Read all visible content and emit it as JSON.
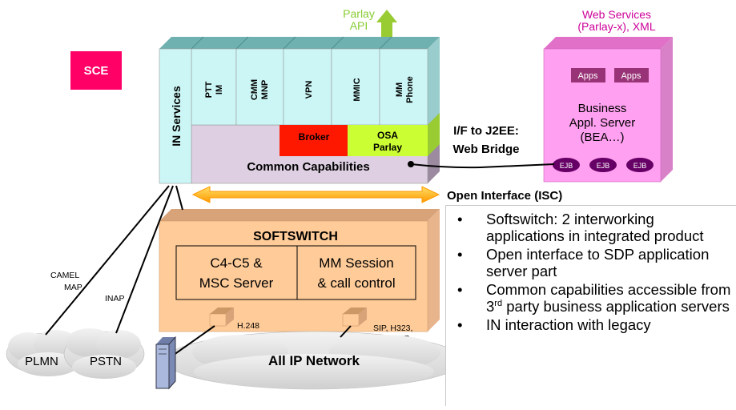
{
  "labels": {
    "parlay_api": [
      "Parlay",
      "API"
    ],
    "sce": "SCE",
    "web_services": [
      "Web Services",
      "(Parlay-x), XML"
    ],
    "in_services": "IN Services",
    "columns": [
      [
        "PTT",
        "IM"
      ],
      [
        "CMM",
        "MNP"
      ],
      [
        "VPN"
      ],
      [
        "MMIC"
      ],
      [
        "MM",
        "Phone"
      ]
    ],
    "broker": "Broker",
    "osa_parlay": [
      "OSA",
      "Parlay"
    ],
    "common_capabilities": "Common Capabilities",
    "if_j2ee": [
      "I/F to J2EE:",
      "Web Bridge"
    ],
    "apps": [
      "Apps",
      "Apps"
    ],
    "business_server": [
      "Business",
      "Appl. Server",
      "(BEA…)"
    ],
    "ejb": [
      "EJB",
      "EJB",
      "EJB"
    ],
    "open_interface": "Open Interface (ISC)",
    "softswitch": "SOFTSWITCH",
    "c4c5": [
      "C4-C5 &",
      "MSC Server"
    ],
    "mm_session": [
      "MM Session",
      "& call control"
    ],
    "camel_map": [
      "CAMEL",
      "MAP"
    ],
    "inap": "INAP",
    "h248": "H.248",
    "sip": [
      "SIP, H323,",
      "MGCP"
    ],
    "plmn": "PLMN",
    "pstn": "PSTN",
    "all_ip": "All IP Network"
  },
  "bullets": {
    "marker": "•",
    "items": [
      {
        "text": "Softswitch: 2 interworking applications in integrated product"
      },
      {
        "text": "Open interface to SDP application server part"
      },
      {
        "text_before": "Common capabilities accessible from 3",
        "sup": "rd",
        "text_after": " party business application servers"
      },
      {
        "text": "IN interaction with legacy"
      }
    ]
  },
  "colors": {
    "cyan": "#ccf6f6",
    "lavender": "#ded0e2",
    "red": "#ff1800",
    "lime": "#ccff33",
    "pink": "#ffa0f0",
    "magenta_text": "#cc0099",
    "green_text": "#88cc33",
    "orange": "#ffcc99",
    "sce_red": "#ff0066",
    "ejb": "#660066"
  }
}
